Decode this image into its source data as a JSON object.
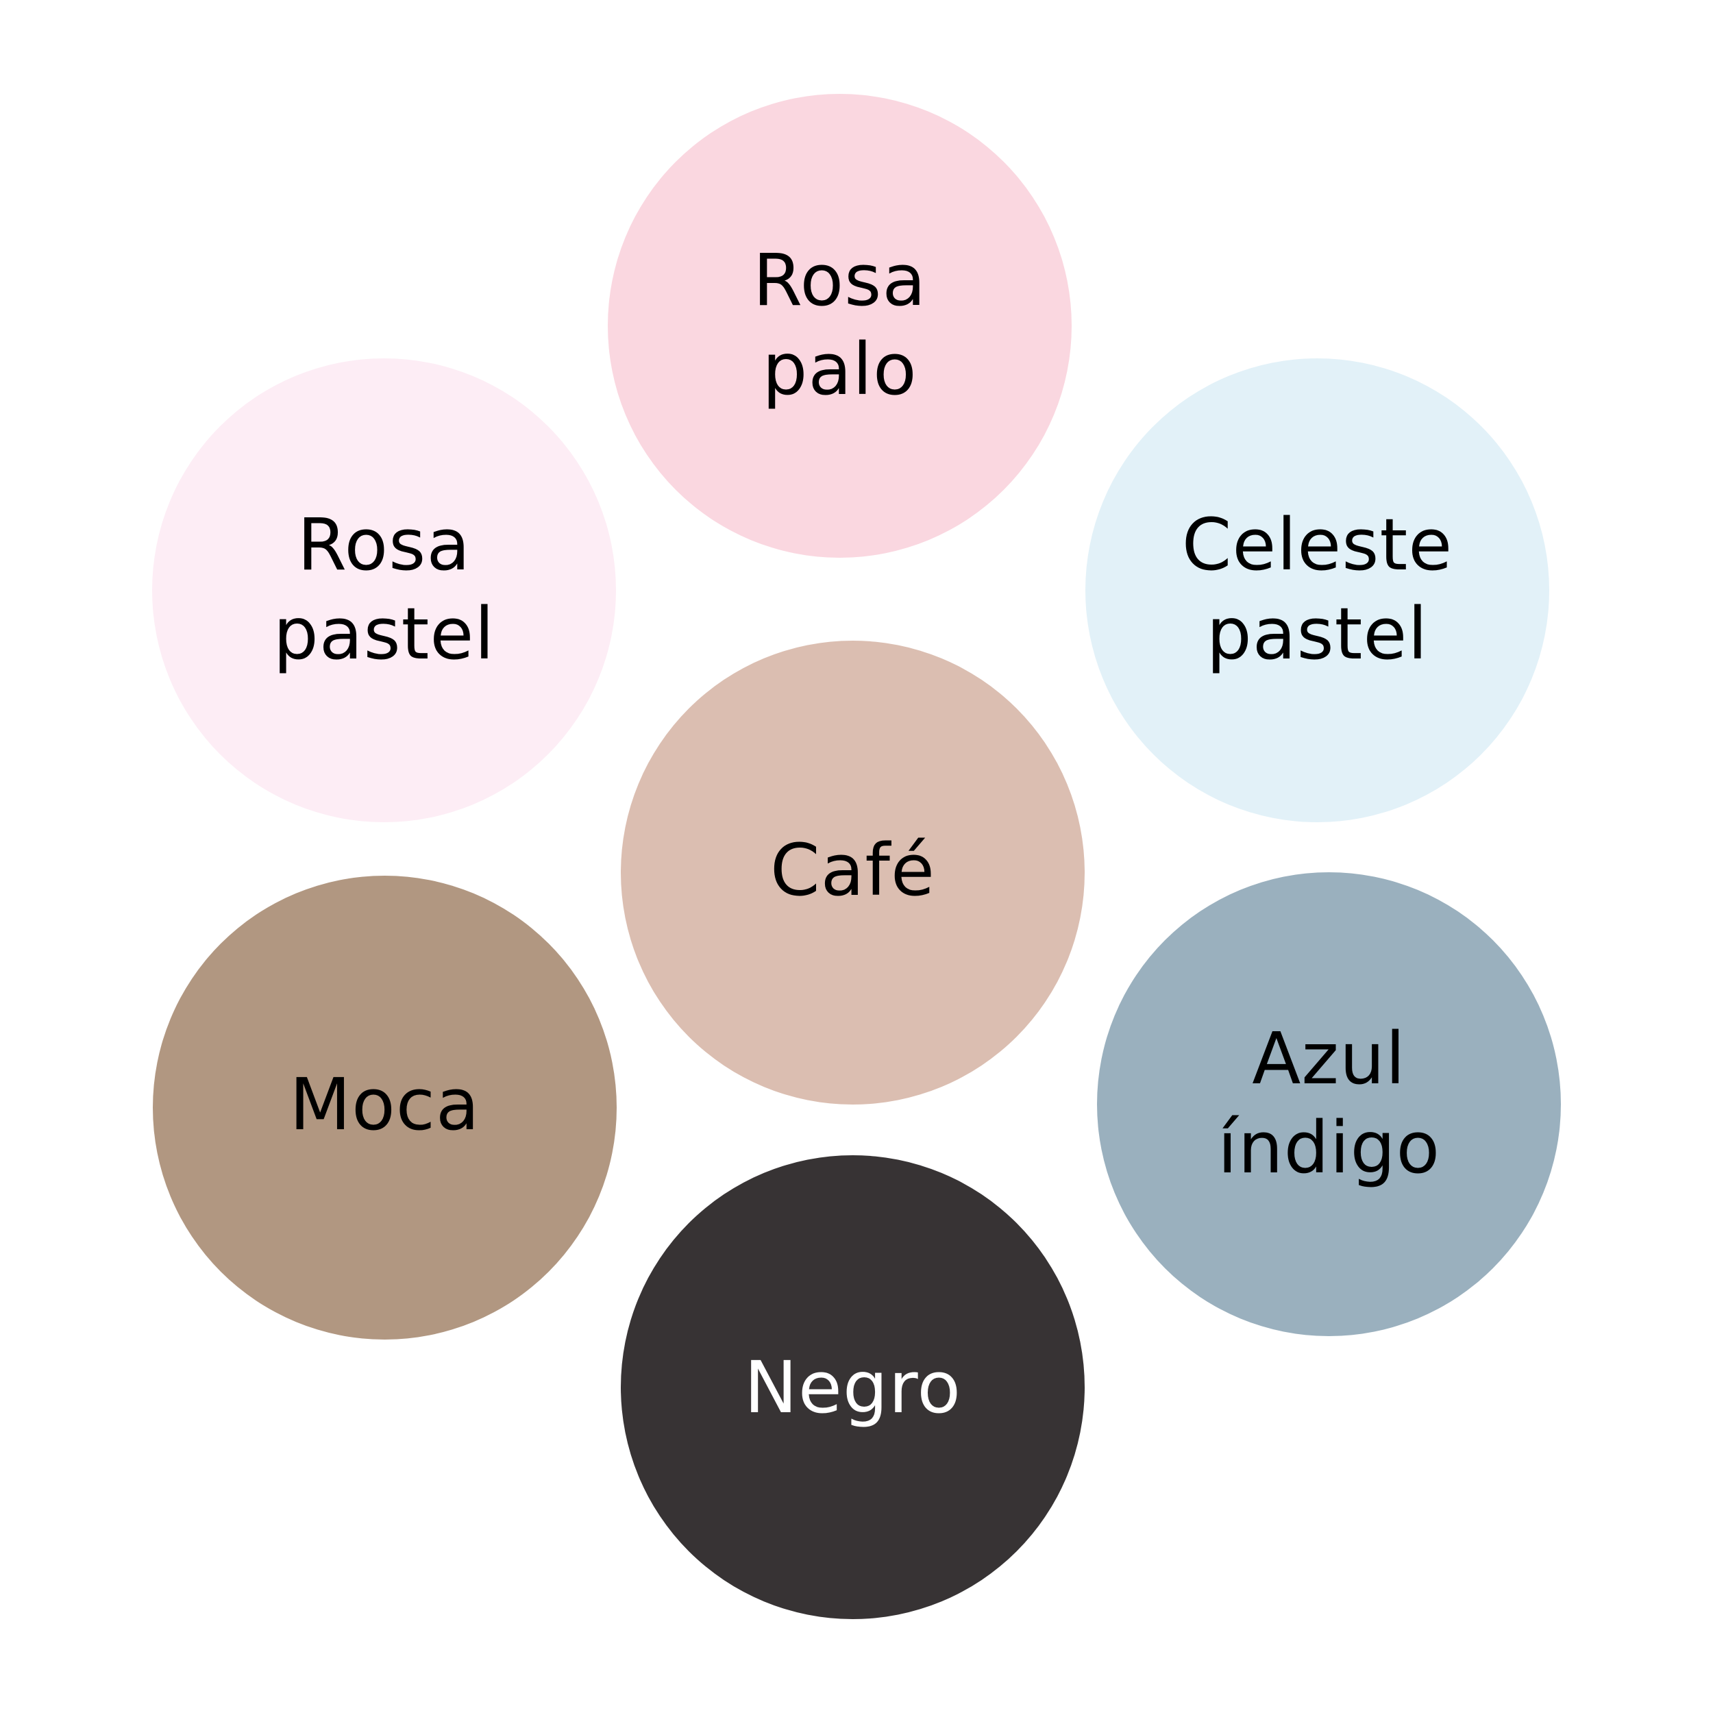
{
  "diagram": {
    "type": "color-palette-circles",
    "swatches": [
      {
        "id": "rosa-palo",
        "label": "Rosa\npalo",
        "color": "#fad7e0",
        "text_color": "#000000",
        "position": "top"
      },
      {
        "id": "rosa-pastel",
        "label": "Rosa\npastel",
        "color": "#fdedf5",
        "text_color": "#000000",
        "position": "upper-left"
      },
      {
        "id": "celeste-pastel",
        "label": "Celeste\npastel",
        "color": "#e2f1f8",
        "text_color": "#000000",
        "position": "upper-right"
      },
      {
        "id": "cafe",
        "label": "Café",
        "color": "#dbbeb1",
        "text_color": "#000000",
        "position": "center"
      },
      {
        "id": "moca",
        "label": "Moca",
        "color": "#b19781",
        "text_color": "#000000",
        "position": "lower-left"
      },
      {
        "id": "azul-indigo",
        "label": "Azul\níndigo",
        "color": "#9ab0be",
        "text_color": "#000000",
        "position": "lower-right"
      },
      {
        "id": "negro",
        "label": "Negro",
        "color": "#373334",
        "text_color": "#ffffff",
        "position": "bottom"
      }
    ]
  }
}
